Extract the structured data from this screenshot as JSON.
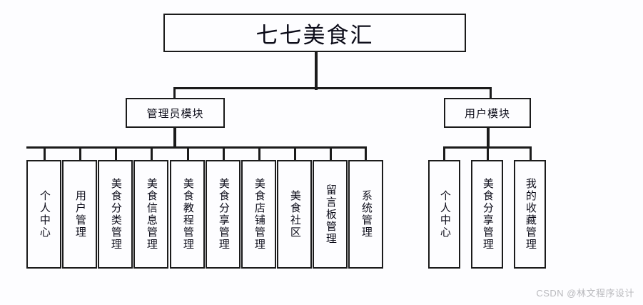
{
  "diagram": {
    "type": "tree",
    "title": "七七美食汇",
    "root": {
      "label": "七七美食汇"
    },
    "modules": [
      {
        "key": "admin",
        "label": "管理员模块",
        "children": [
          {
            "label": "个人中心"
          },
          {
            "label": "用户管理"
          },
          {
            "label": "美食分类管理"
          },
          {
            "label": "美食信息管理"
          },
          {
            "label": "美食教程管理"
          },
          {
            "label": "美食分享管理"
          },
          {
            "label": "美食店铺管理"
          },
          {
            "label": "美食社区"
          },
          {
            "label": "留言板管理"
          },
          {
            "label": "系统管理"
          }
        ]
      },
      {
        "key": "user",
        "label": "用户模块",
        "children": [
          {
            "label": "个人中心"
          },
          {
            "label": "美食分享管理"
          },
          {
            "label": "我的收藏管理"
          }
        ]
      }
    ]
  },
  "watermark": {
    "text": "CSDN @林文程序设计"
  },
  "colors": {
    "background": "#fdfdff",
    "line": "#1b1b1b",
    "text": "#0d0d1a",
    "watermark": "#b9b9bd"
  }
}
